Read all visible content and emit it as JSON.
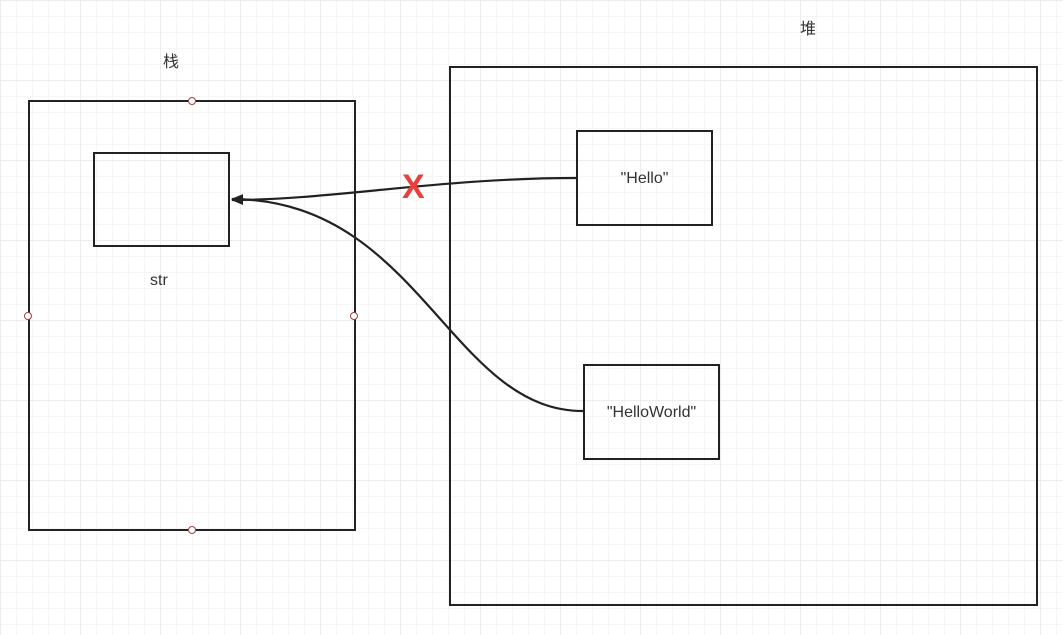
{
  "stack": {
    "title": "栈",
    "variable_label": "str"
  },
  "heap": {
    "title": "堆",
    "objects": [
      {
        "value": "\"Hello\""
      },
      {
        "value": "\"HelloWorld\""
      }
    ]
  },
  "broken_reference": {
    "mark": "X",
    "color": "#e8403a"
  },
  "colors": {
    "stroke": "#222222",
    "handle": "#a14040"
  }
}
